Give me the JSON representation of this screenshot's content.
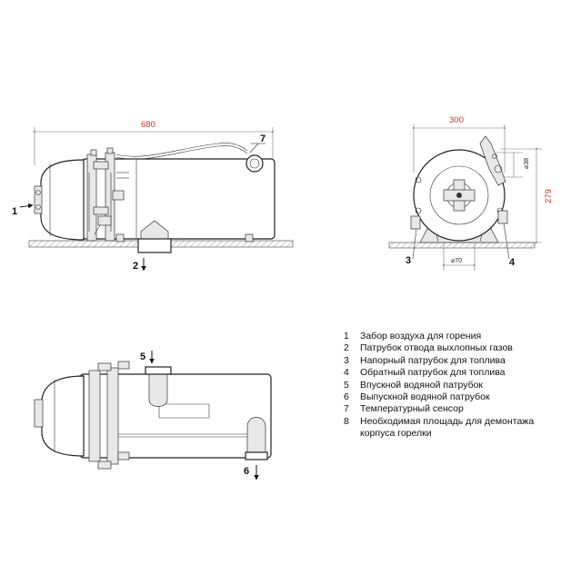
{
  "dimensions": {
    "length": "680",
    "width": "300",
    "height": "279",
    "nozzle_diameter": "⌀70",
    "sensor_diameter": "⌀38"
  },
  "callouts": [
    "1",
    "2",
    "3",
    "4",
    "5",
    "6",
    "7"
  ],
  "legend": [
    {
      "n": "1",
      "text": "Забор воздуха для горения"
    },
    {
      "n": "2",
      "text": "Патрубок отвода выхлопных газов"
    },
    {
      "n": "3",
      "text": "Напорный патрубок для топлива"
    },
    {
      "n": "4",
      "text": "Обратный патрубок для топлива"
    },
    {
      "n": "5",
      "text": "Впускной водяной патрубок"
    },
    {
      "n": "6",
      "text": "Выпускной водяной патрубок"
    },
    {
      "n": "7",
      "text": "Температурный сенсор"
    },
    {
      "n": "8",
      "text": "Необходимая площадь для демонтажа"
    },
    {
      "n": "",
      "text": "корпуса горелки"
    }
  ]
}
